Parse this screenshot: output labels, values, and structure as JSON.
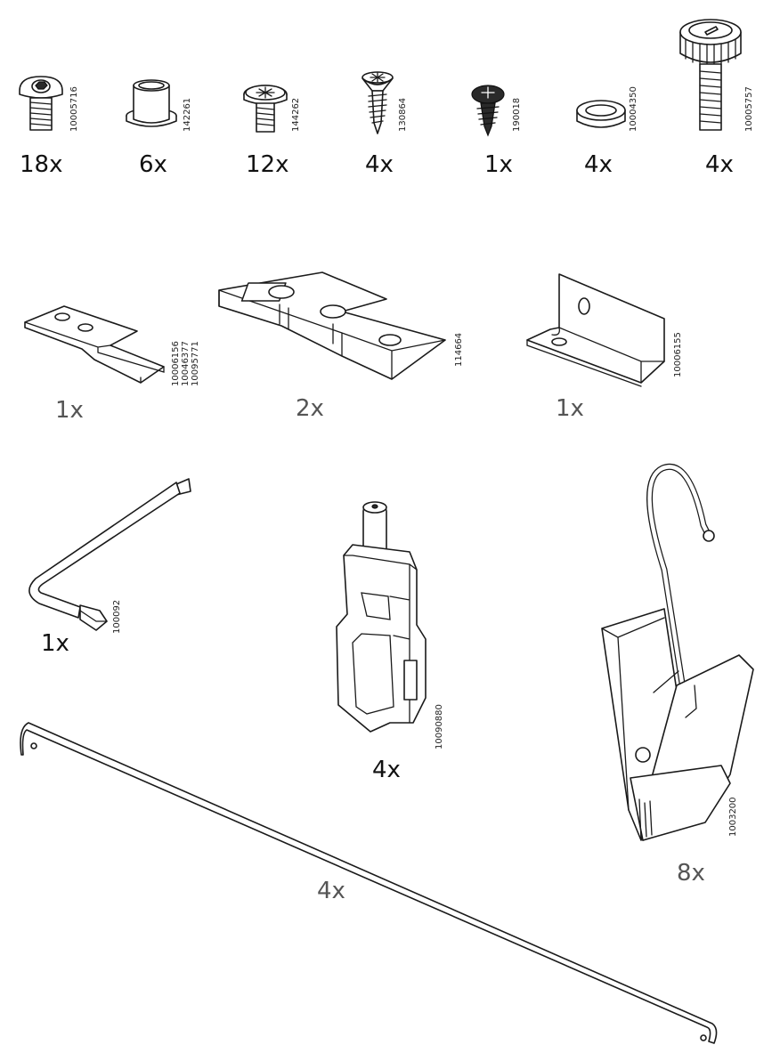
{
  "parts": [
    {
      "id": "bolt-hex",
      "quantity": "18x",
      "codes": [
        "10005716"
      ]
    },
    {
      "id": "sleeve",
      "quantity": "6x",
      "codes": [
        "142261"
      ]
    },
    {
      "id": "screw-pan",
      "quantity": "12x",
      "codes": [
        "144262"
      ]
    },
    {
      "id": "wood-screw",
      "quantity": "4x",
      "codes": [
        "130864"
      ]
    },
    {
      "id": "tapping-screw",
      "quantity": "1x",
      "codes": [
        "190018"
      ]
    },
    {
      "id": "washer",
      "quantity": "4x",
      "codes": [
        "10004350"
      ]
    },
    {
      "id": "thumb-screw",
      "quantity": "4x",
      "codes": [
        "10005757"
      ]
    },
    {
      "id": "flat-bracket",
      "quantity": "1x",
      "codes": [
        "10006156",
        "10046377",
        "10095771"
      ]
    },
    {
      "id": "connector-block",
      "quantity": "2x",
      "codes": [
        "114664"
      ]
    },
    {
      "id": "angle-bracket",
      "quantity": "1x",
      "codes": [
        "10006155"
      ]
    },
    {
      "id": "allen-key",
      "quantity": "1x",
      "codes": [
        "100092"
      ]
    },
    {
      "id": "rod-holder",
      "quantity": "4x",
      "codes": [
        "10090880"
      ]
    },
    {
      "id": "clip-hook",
      "quantity": "8x",
      "codes": [
        "1003200"
      ]
    },
    {
      "id": "rod",
      "quantity": "4x",
      "codes": []
    }
  ]
}
